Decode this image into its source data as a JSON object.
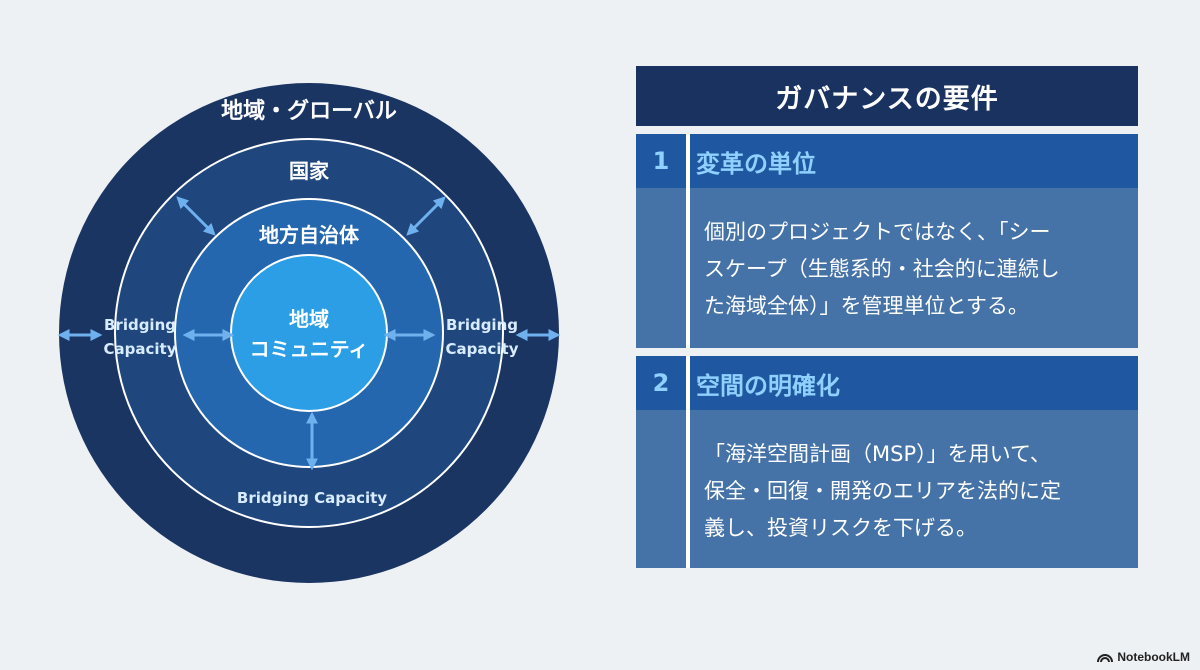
{
  "diagram": {
    "rings": [
      {
        "label": "地域・グローバル"
      },
      {
        "label": "国家"
      },
      {
        "label": "地方自治体"
      },
      {
        "label_line1": "地域",
        "label_line2": "コミュニティ"
      }
    ],
    "bridging": {
      "left_line1": "Bridging",
      "left_line2": "Capacity",
      "right_line1": "Bridging",
      "right_line2": "Capacity",
      "bottom": "Bridging Capacity"
    },
    "colors": {
      "outer": "#1b3563",
      "national": "#1f477e",
      "local": "#2467ae",
      "community": "#2c9ee5",
      "arrow": "#6fb0ee",
      "ring_line": "#ffffff"
    }
  },
  "panel": {
    "title": "ガバナンスの要件",
    "items": [
      {
        "number": "1",
        "title": "変革の単位",
        "lines": [
          "個別のプロジェクトではなく、「シー",
          "スケープ（生態系的・社会的に連続し",
          "た海域全体）」を管理単位とする。"
        ]
      },
      {
        "number": "2",
        "title": "空間の明確化",
        "lines": [
          "「海洋空間計画（MSP）」を用いて、",
          "保全・回復・開発のエリアを法的に定",
          "義し、投資リスクを下げる。"
        ]
      }
    ]
  },
  "branding": {
    "icon": "notebooklm-logo-icon",
    "text": "NotebookLM"
  }
}
